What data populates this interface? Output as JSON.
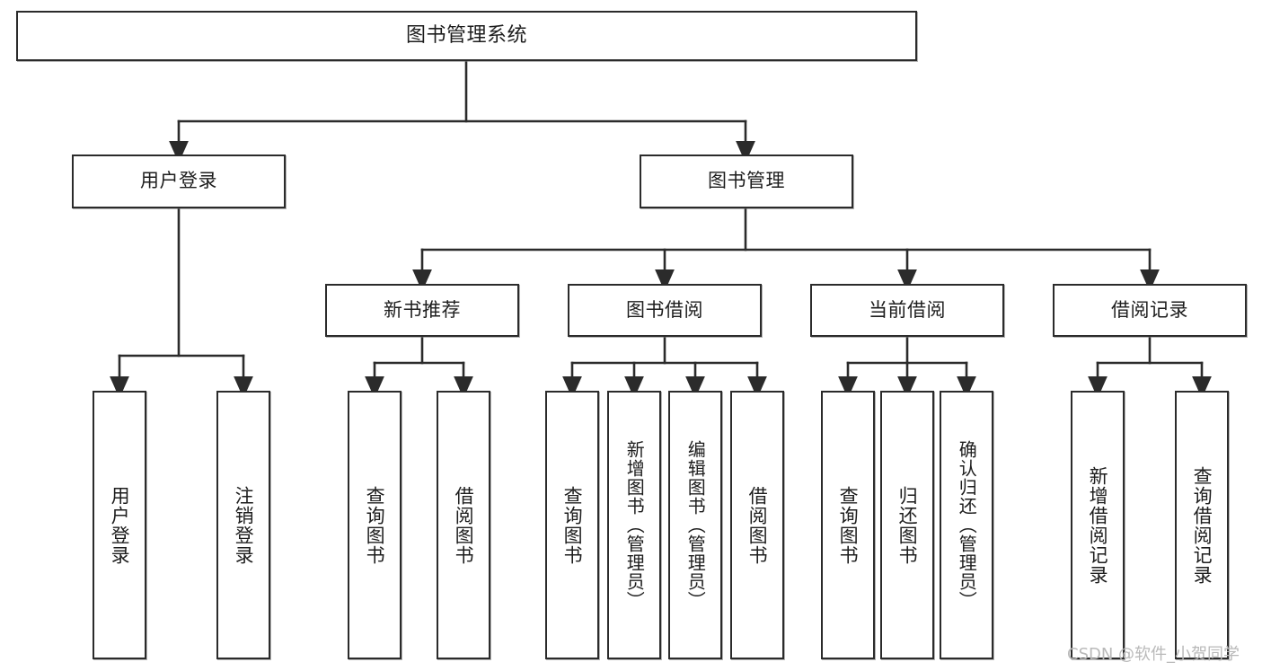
{
  "diagram": {
    "title": "图书管理系统",
    "type": "tree",
    "orientation": "top-down",
    "colors": {
      "border": "#2b2b2b",
      "fill": "#ffffff",
      "text": "#1d1d1d",
      "edge": "#2b2b2b",
      "watermark": "#b9b9b9"
    },
    "root": {
      "id": "root",
      "label": "图书管理系统"
    },
    "level2": [
      {
        "id": "user-login",
        "label": "用户登录"
      },
      {
        "id": "book-management",
        "label": "图书管理"
      }
    ],
    "level3": [
      {
        "id": "new-book-recommend",
        "label": "新书推荐",
        "parent": "book-management"
      },
      {
        "id": "book-borrow",
        "label": "图书借阅",
        "parent": "book-management"
      },
      {
        "id": "current-borrow",
        "label": "当前借阅",
        "parent": "book-management"
      },
      {
        "id": "borrow-record",
        "label": "借阅记录",
        "parent": "book-management"
      }
    ],
    "leaves": [
      {
        "id": "leaf-user-login",
        "label": "用户登录",
        "parent": "user-login"
      },
      {
        "id": "leaf-logout-login",
        "label": "注销登录",
        "parent": "user-login"
      },
      {
        "id": "leaf-query-book-rec",
        "label": "查询图书",
        "parent": "new-book-recommend"
      },
      {
        "id": "leaf-borrow-book-rec",
        "label": "借阅图书",
        "parent": "new-book-recommend"
      },
      {
        "id": "leaf-query-book-borrow",
        "label": "查询图书",
        "parent": "book-borrow"
      },
      {
        "id": "leaf-add-book",
        "label": "新增图书（管理员）",
        "parent": "book-borrow"
      },
      {
        "id": "leaf-edit-book",
        "label": "编辑图书（管理员）",
        "parent": "book-borrow"
      },
      {
        "id": "leaf-borrow-book",
        "label": "借阅图书",
        "parent": "book-borrow"
      },
      {
        "id": "leaf-query-book-current",
        "label": "查询图书",
        "parent": "current-borrow"
      },
      {
        "id": "leaf-return-book",
        "label": "归还图书",
        "parent": "current-borrow"
      },
      {
        "id": "leaf-confirm-return",
        "label": "确认归还（管理员）",
        "parent": "current-borrow"
      },
      {
        "id": "leaf-add-record",
        "label": "新增借阅记录",
        "parent": "borrow-record"
      },
      {
        "id": "leaf-query-record",
        "label": "查询借阅记录",
        "parent": "borrow-record"
      }
    ]
  },
  "watermark": {
    "text": "CSDN @软件_小贺同学"
  }
}
